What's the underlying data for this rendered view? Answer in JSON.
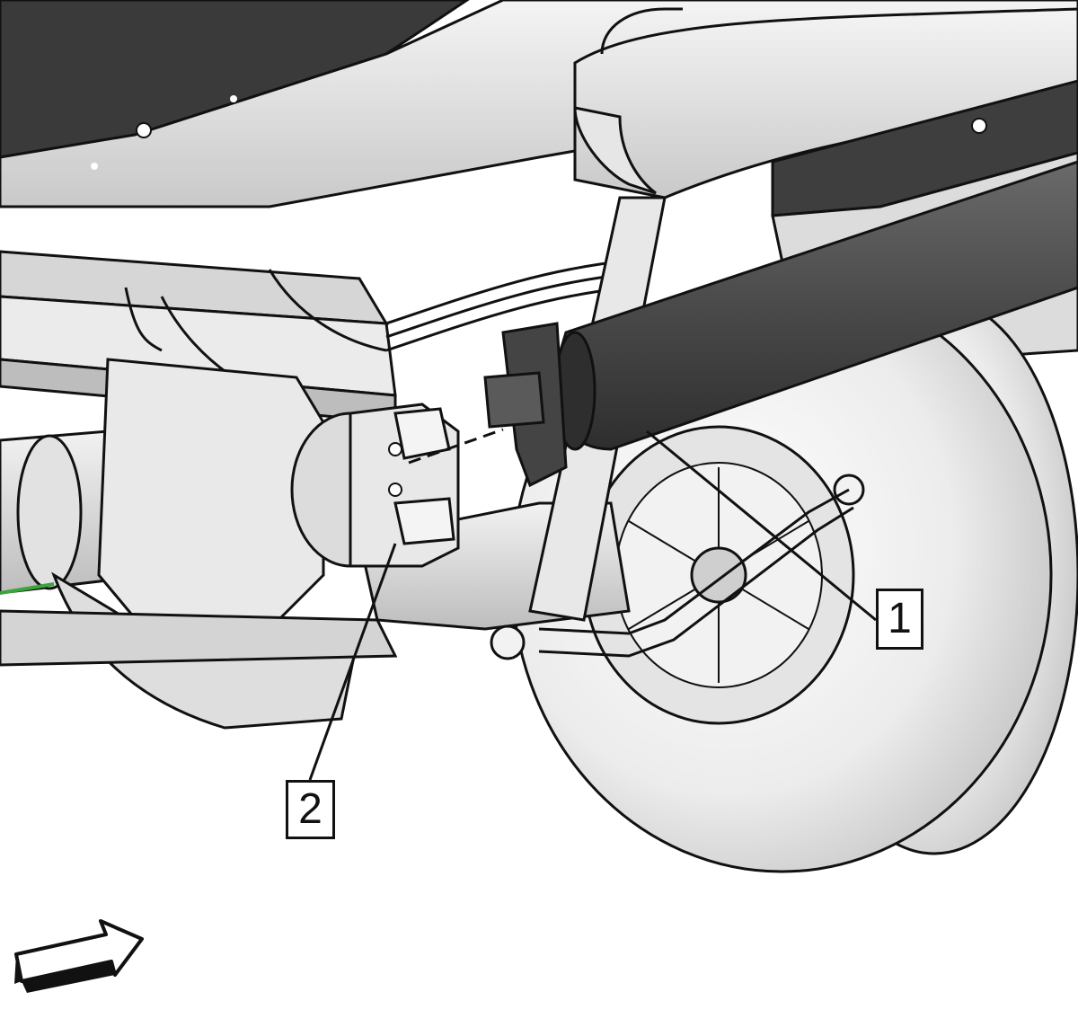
{
  "figure": {
    "callouts": [
      {
        "label": "1",
        "target": "driveshaft"
      },
      {
        "label": "2",
        "target": "pinion-yoke"
      }
    ]
  },
  "colors": {
    "line": "#111111",
    "light_metal": "#e9e9e9",
    "mid_metal": "#cfcfcf",
    "dark_metal": "#4a4a4a",
    "accent_green": "#3aa53a"
  },
  "icons": {
    "direction": "front-direction-arrow-icon"
  }
}
